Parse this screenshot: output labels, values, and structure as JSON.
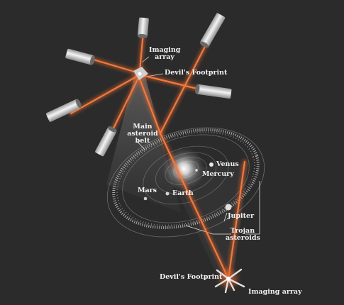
{
  "labels": {
    "imaging_array_top": "Imaging array",
    "devils_footprint_top": "Devil's Footprint",
    "main_asteroid_belt": "Main asteroid belt",
    "venus": "Venus",
    "mercury": "Mercury",
    "mars": "Mars",
    "earth": "Earth",
    "jupiter": "Jupiter",
    "trojan_asteroids": "Trojan asteroids",
    "devils_footprint_bottom": "Devil's Footprint",
    "imaging_array_bottom": "Imaging array"
  },
  "colors": {
    "background": "#2b2b2b",
    "laser_beam": "#e8662e",
    "label_text": "#f2f2f2",
    "orbit": "#9a9a9a",
    "sun_glow": "#ffffff",
    "telescope_tube": "#d8d8d8",
    "planet": "#dddddd"
  },
  "icons": {
    "telescope": "telescope-tube-icon",
    "sun": "sun-icon",
    "planet": "planet-dot-icon"
  }
}
